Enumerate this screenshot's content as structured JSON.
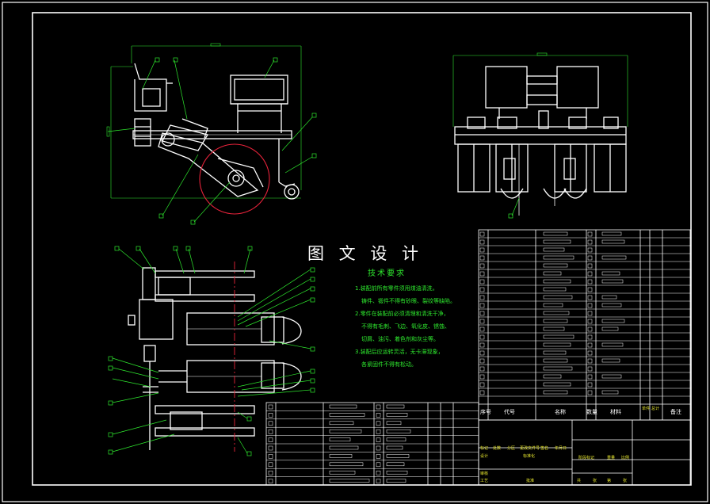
{
  "watermark": "图 文 设 计",
  "technical_requirements": {
    "title": "技术要求",
    "notes": [
      "1.装配前所有零件须用煤油清洗，",
      "铸件、锻件不得有砂眼、裂纹等缺陷。",
      "2.零件在装配前必须清理和清洗干净，",
      "不得有毛刺、飞边、氧化皮、锈蚀、",
      "切屑、油污、着色剂和灰尘等。",
      "3.装配后应运转灵活，无卡滞现象，",
      "各紧固件不得有松动。"
    ]
  },
  "parts_list_header": [
    "序号",
    "代号",
    "名称",
    "数量",
    "材料",
    "单件",
    "总计",
    "备注"
  ],
  "title_block": {
    "labels": [
      "标记",
      "处数",
      "分区",
      "更改文件号",
      "签名",
      "年月日",
      "阶段标记",
      "重量",
      "比例",
      "设计",
      "标准化",
      "审核",
      "工艺",
      "批准",
      "共",
      "张",
      "第",
      "张"
    ]
  },
  "colors": {
    "background": "#000000",
    "frame": "#ffffff",
    "leader": "#2ee82e",
    "wheel": "#e8233b",
    "centerline": "#e8233b",
    "dimension": "#2ee82e"
  }
}
